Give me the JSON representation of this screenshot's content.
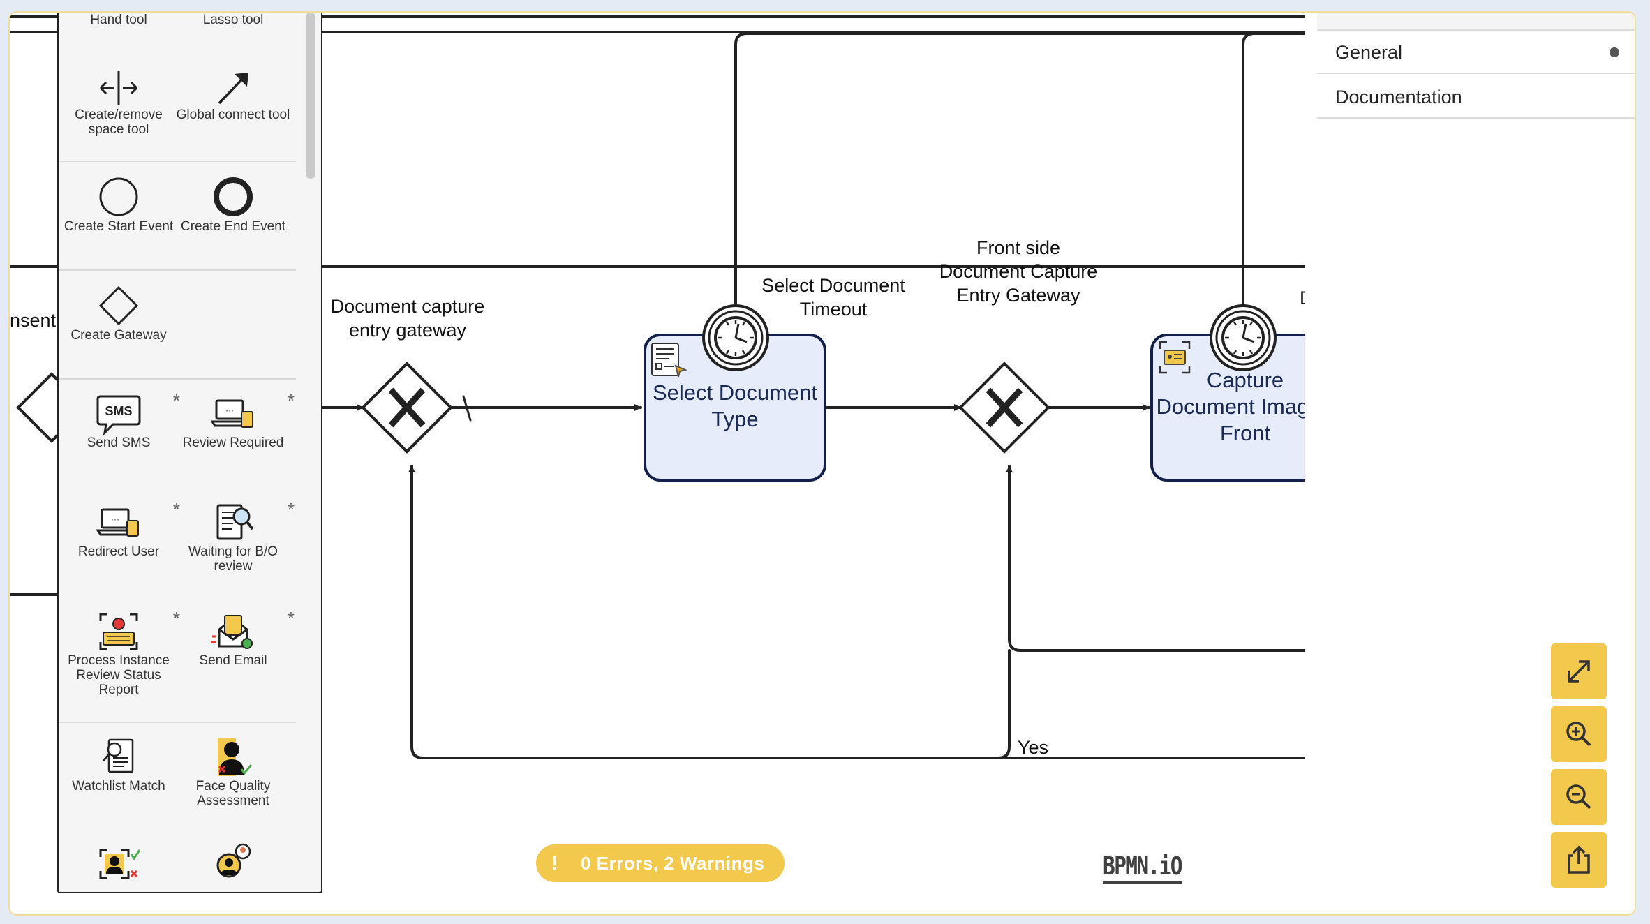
{
  "palette": {
    "hand_tool": "Hand tool",
    "lasso_tool": "Lasso tool",
    "space_tool": "Create/remove space tool",
    "connect_tool": "Global connect tool",
    "start_event": "Create Start Event",
    "end_event": "Create End Event",
    "gateway": "Create Gateway",
    "send_sms": "Send SMS",
    "sms_icon_text": "SMS",
    "review_required": "Review Required",
    "redirect_user": "Redirect User",
    "waiting_bo": "Waiting for B/O review",
    "process_review": "Process Instance Review Status Report",
    "send_email": "Send Email",
    "watchlist": "Watchlist Match",
    "face_quality": "Face Quality Assessment",
    "custom_marker": "*"
  },
  "diagram": {
    "left_partial_label": "nsent",
    "gateway1_label": "Document capture entry gateway",
    "timer1_label": "Select Document Timeout",
    "task1_label": "Select Document Type",
    "gateway2_label": "Front side Document Capture Entry Gateway",
    "task2_label": "Capture Document Image - Front",
    "partial_label_right": "D",
    "flow_yes_label": "Yes"
  },
  "properties": {
    "general": "General",
    "documentation": "Documentation"
  },
  "linting": {
    "status": "0 Errors, 2 Warnings",
    "icon": "!"
  },
  "watermark": "BPMN.iO",
  "zoom_controls": [
    "fullscreen-icon",
    "zoom-in-icon",
    "zoom-out-icon",
    "export-icon"
  ],
  "colors": {
    "accent": "#f2c94c",
    "task_fill": "#e6ecfa",
    "task_stroke": "#14204a",
    "frame_border": "#f2dd9f"
  }
}
